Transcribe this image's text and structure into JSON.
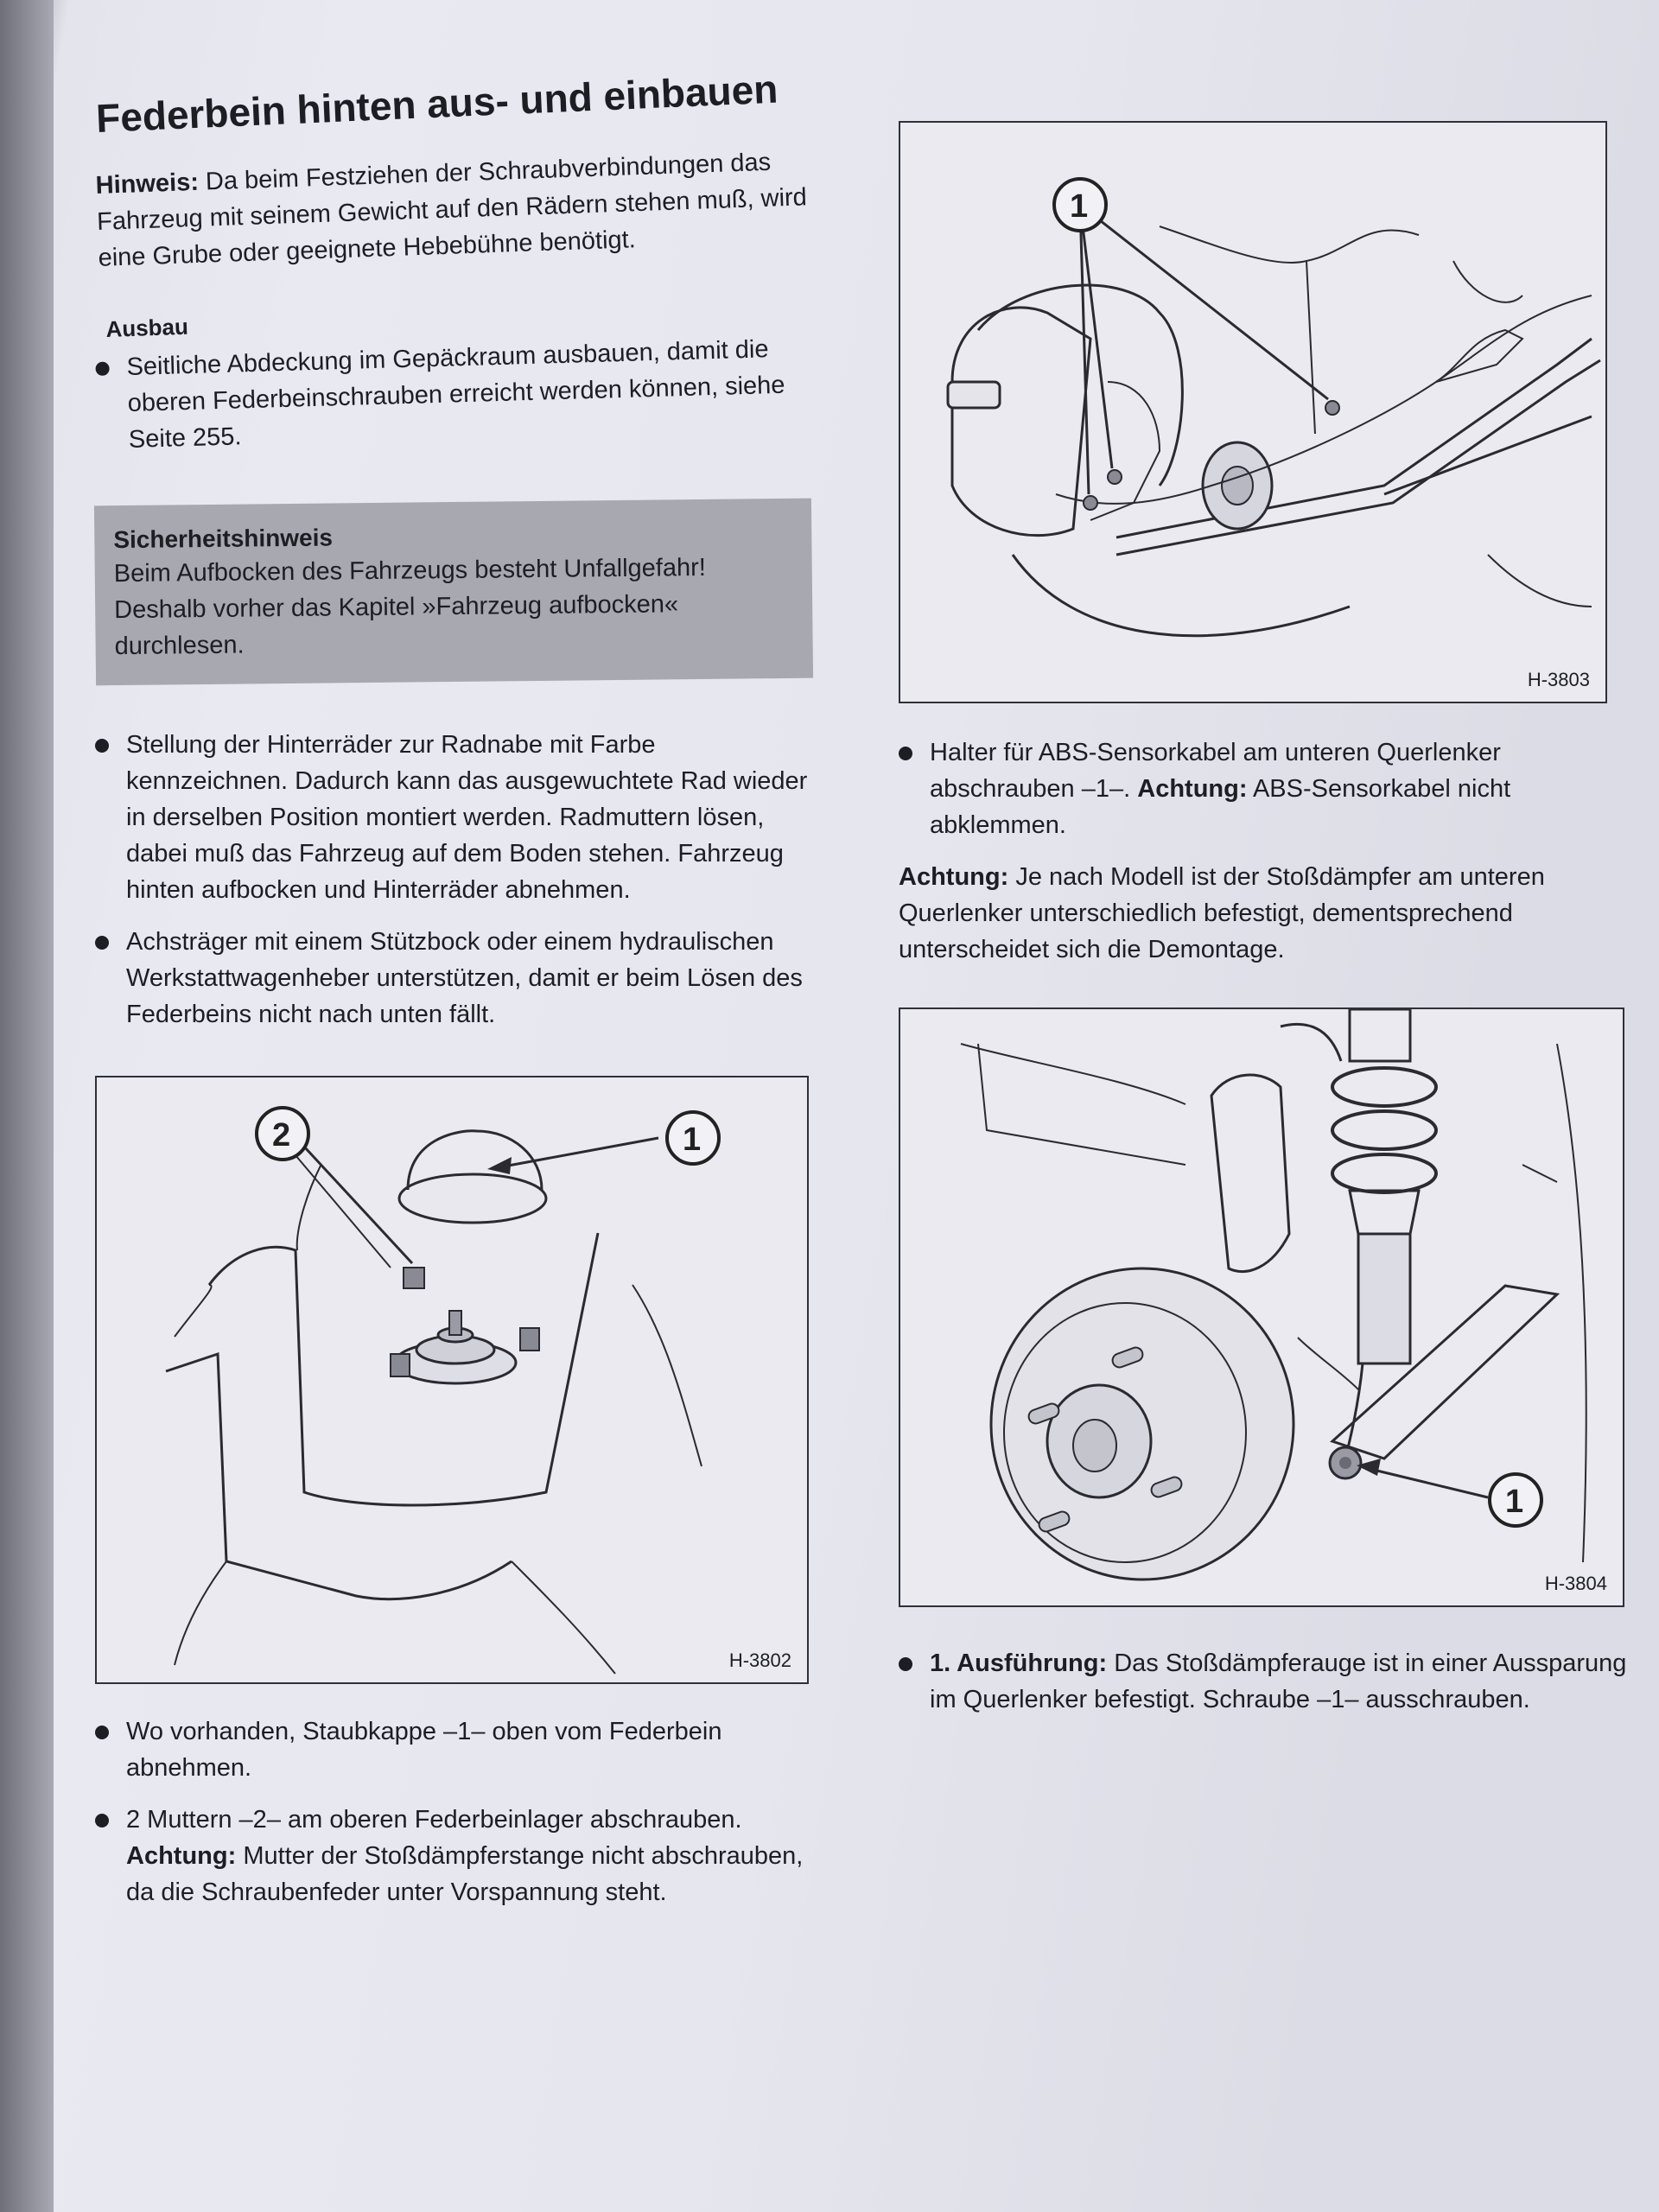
{
  "left": {
    "title": "Federbein hinten aus- und einbauen",
    "hint_label": "Hinweis:",
    "hint_text": "Da beim Festziehen der Schraubverbindungen das Fahrzeug mit seinem Gewicht auf den Rädern stehen muß, wird eine Grube oder geeignete Hebebühne benötigt.",
    "section": "Ausbau",
    "ausbau_item": "Seitliche Abdeckung im Gepäckraum ausbauen, damit die oberen Federbeinschrauben erreicht werden können, siehe Seite 255.",
    "safety_title": "Sicherheitshinweis",
    "safety_text": "Beim Aufbocken des Fahrzeugs besteht Unfallgefahr! Deshalb vorher das Kapitel »Fahrzeug aufbocken« durchlesen.",
    "bullet1": "Stellung der Hinterräder zur Radnabe mit Farbe kennzeichnen. Dadurch kann das ausgewuchtete Rad wieder in derselben Position montiert werden. Radmuttern lösen, dabei muß das Fahrzeug auf dem Boden stehen. Fahrzeug hinten aufbocken und Hinterräder abnehmen.",
    "bullet2": "Achsträger mit einem Stützbock oder einem hydraulischen Werkstattwagenheber unterstützen, damit er beim Lösen des Federbeins nicht nach unten fällt.",
    "figure": {
      "id": "H-3802",
      "callout_1": "1",
      "callout_2": "2"
    },
    "bullet3": "Wo vorhanden, Staubkappe –1– oben vom Federbein abnehmen.",
    "bullet4_text": "2 Muttern –2– am oberen Federbeinlager abschrauben.",
    "bullet4_label": "Achtung:",
    "bullet4_warning": "Mutter der Stoßdämpferstange nicht abschrauben, da die Schraubenfeder unter Vorspannung steht."
  },
  "right": {
    "figure_top": {
      "id": "H-3803",
      "callout_1": "1"
    },
    "bullet1_text": "Halter für ABS-Sensorkabel am unteren Querlenker abschrauben –1–.",
    "bullet1_label": "Achtung:",
    "bullet1_warning": "ABS-Sensorkabel nicht abklemmen.",
    "note_label": "Achtung:",
    "note_text": "Je nach Modell ist der Stoßdämpfer am unteren Querlenker unterschiedlich befestigt, dementsprechend unterscheidet sich die Demontage.",
    "figure_bottom": {
      "id": "H-3804",
      "callout_1": "1"
    },
    "bullet2_label": "1. Ausführung:",
    "bullet2_text": "Das Stoßdämpferauge ist in einer Aussparung im Querlenker befestigt. Schraube –1– ausschrauben."
  }
}
